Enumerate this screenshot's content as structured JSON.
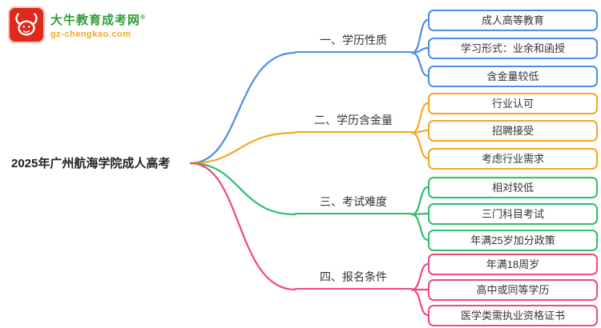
{
  "logo": {
    "badge_text": "大牛",
    "site_name": "大牛教育成考网",
    "reg_mark": "®",
    "site_url": "gz-chengkao.com"
  },
  "central": {
    "label": "2025年广州航海学院成人高考"
  },
  "colors": {
    "branch1": "#4A90E2",
    "branch2": "#F5A623",
    "branch3": "#2FBE6C",
    "branch4": "#F1487F",
    "logo_red": "#DD2A1B",
    "logo_green": "#2E9E36",
    "logo_orange": "#F5A623"
  },
  "branches": [
    {
      "label": "一、学历性质",
      "color": "#4A90E2",
      "children": [
        {
          "label": "成人高等教育"
        },
        {
          "label": "学习形式：业余和函授"
        },
        {
          "label": "含金量较低"
        }
      ]
    },
    {
      "label": "二、学历含金量",
      "color": "#F5A623",
      "children": [
        {
          "label": "行业认可"
        },
        {
          "label": "招聘接受"
        },
        {
          "label": "考虑行业需求"
        }
      ]
    },
    {
      "label": "三、考试难度",
      "color": "#2FBE6C",
      "children": [
        {
          "label": "相对较低"
        },
        {
          "label": "三门科目考试"
        },
        {
          "label": "年满25岁加分政策"
        }
      ]
    },
    {
      "label": "四、报名条件",
      "color": "#F1487F",
      "children": [
        {
          "label": "年满18周岁"
        },
        {
          "label": "高中或同等学历"
        },
        {
          "label": "医学类需执业资格证书"
        }
      ]
    }
  ]
}
